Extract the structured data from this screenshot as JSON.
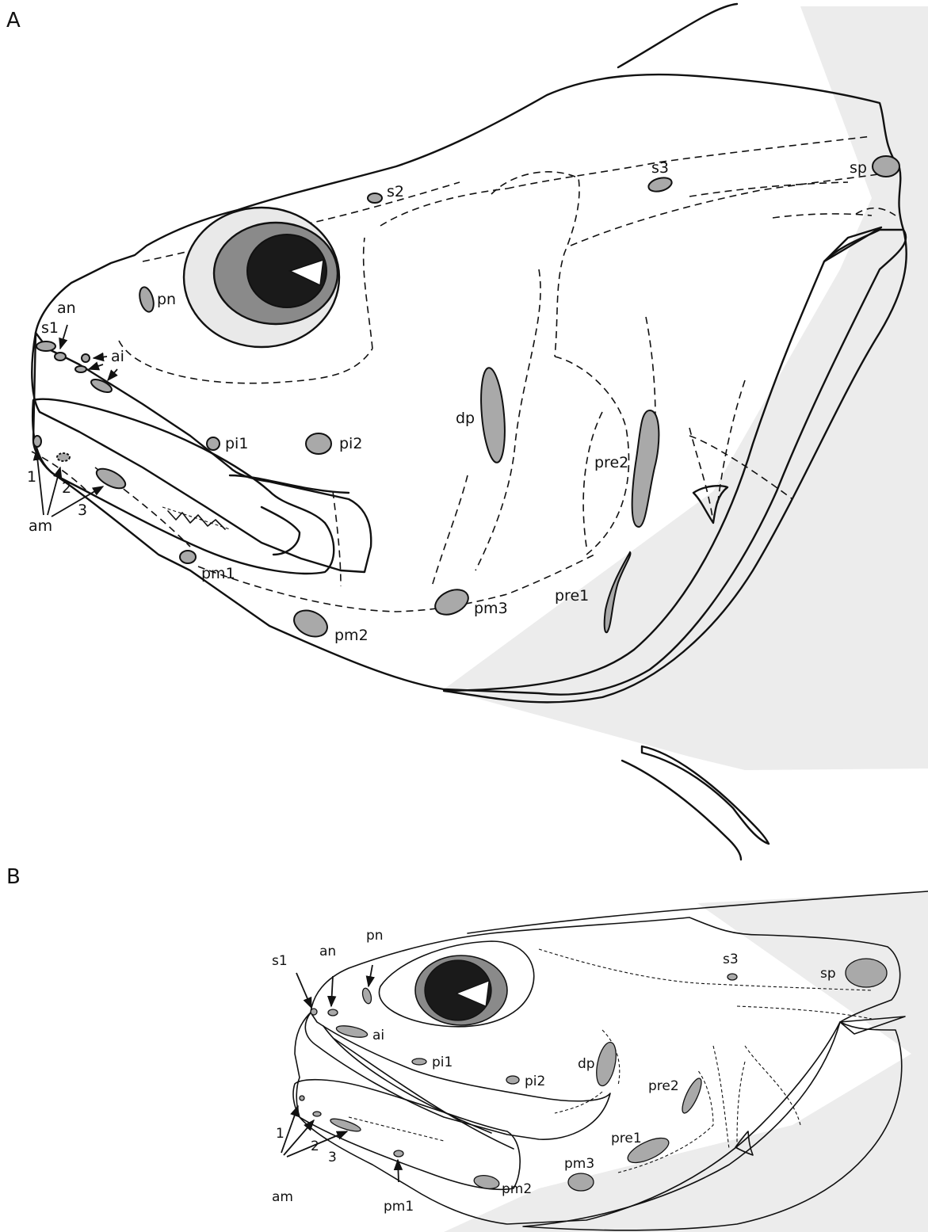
{
  "colors": {
    "body": "#e3e3e3",
    "snout": "#efefef",
    "pore": "#a9a9a9",
    "eye_ring": "#8a8a8a",
    "pupil": "#1a1a1a",
    "background_skin": "#ececec"
  },
  "panels": [
    {
      "letter": "A",
      "labels": {
        "s1": "s1",
        "an": "an",
        "ai": "ai",
        "pn": "pn",
        "s2": "s2",
        "s3": "s3",
        "sp": "sp",
        "pi1": "pi1",
        "pi2": "pi2",
        "dp": "dp",
        "pre2": "pre2",
        "pre1": "pre1",
        "pm1": "pm1",
        "pm2": "pm2",
        "pm3": "pm3",
        "am": "am",
        "n1": "1",
        "n2": "2",
        "n3": "3"
      }
    },
    {
      "letter": "B",
      "labels": {
        "s1": "s1",
        "an": "an",
        "pn": "pn",
        "ai": "ai",
        "s3": "s3",
        "sp": "sp",
        "pi1": "pi1",
        "pi2": "pi2",
        "dp": "dp",
        "pre2": "pre2",
        "pre1": "pre1",
        "pm1": "pm1",
        "pm2": "pm2",
        "pm3": "pm3",
        "am": "am",
        "n1": "1",
        "n2": "2",
        "n3": "3"
      }
    }
  ]
}
